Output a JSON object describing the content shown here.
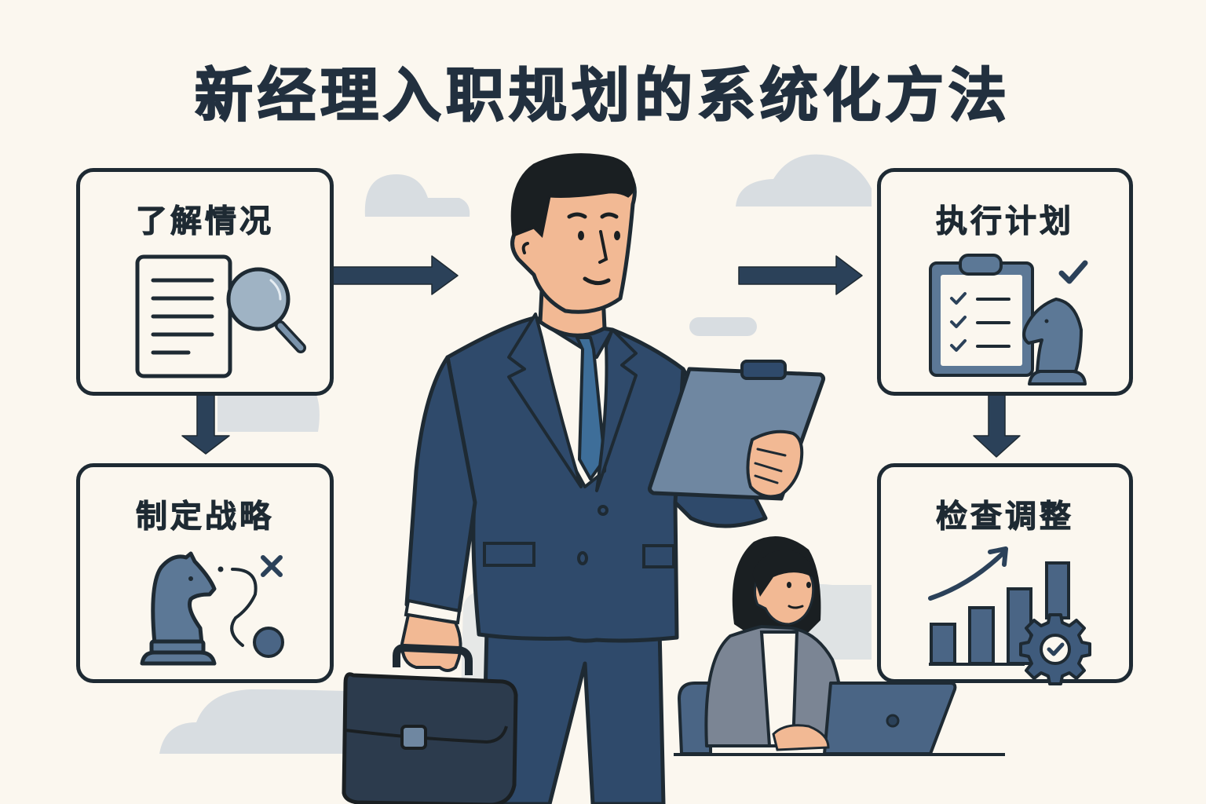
{
  "title": "新经理入职规划的系统化方法",
  "colors": {
    "background": "#fbf7ef",
    "ink": "#1e2a33",
    "navy": "#2d4766",
    "slate": "#5c7896",
    "cloud": "#d8dde1",
    "skin": "#f2b994"
  },
  "steps": [
    {
      "label": "了解情况",
      "icon": "document-magnifier-icon"
    },
    {
      "label": "制定战略",
      "icon": "chess-knight-strategy-icon"
    },
    {
      "label": "执行计划",
      "icon": "clipboard-checklist-knight-icon"
    },
    {
      "label": "检查调整",
      "icon": "bar-chart-gear-icon"
    }
  ],
  "flow": [
    {
      "from": "了解情况",
      "to": "manager-figure",
      "direction": "right"
    },
    {
      "from": "manager-figure",
      "to": "执行计划",
      "direction": "right"
    },
    {
      "from": "了解情况",
      "to": "制定战略",
      "direction": "down"
    },
    {
      "from": "执行计划",
      "to": "检查调整",
      "direction": "down"
    }
  ],
  "figures": [
    {
      "name": "manager",
      "description": "man in navy suit holding clipboard and briefcase"
    },
    {
      "name": "colleague",
      "description": "woman in grey blazer working on laptop"
    }
  ]
}
